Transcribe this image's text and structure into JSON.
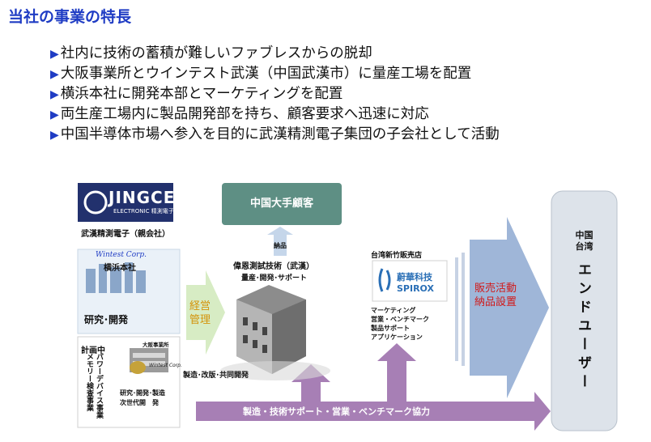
{
  "page_title": "当社の事業の特長",
  "bullets": [
    "社内に技術の蓄積が難しいファブレスからの脱却",
    "大阪事業所とウインテスト武漢（中国武漢市）に量産工場を配置",
    "横浜本社に開発本部とマーケティングを配置",
    "両生産工場内に製品開発部を持ち、顧客要求へ迅速に対応",
    "中国半導体市場へ参入を目的に武漢精測電子集団の子会社として活動"
  ],
  "diagram": {
    "parent_logo_text": "JINGCE",
    "parent_logo_sub": "ELECTRONIC 精測電子",
    "parent_label": "武漢精測電子（親会社）",
    "yokohama_logo": "Wintest Corp.",
    "yokohama_name": "横浜本社",
    "rnd_label": "研究･開発",
    "plan_label": "計画中",
    "power_device_label": "パワーデバイス事業",
    "memory_label": "メモリー検査事業",
    "osaka_label": "大阪事業所",
    "osaka_sign": "Wintest Corp.",
    "osaka_caption_1": "研究･開発･製造",
    "osaka_caption_2": "次世代開　発",
    "mgmt_label": "経営\n管理",
    "customer_label": "中国大手顧客",
    "delivery_label": "納品",
    "wuhan_label": "偉恩測試技術（武漢）",
    "wuhan_sub": "量産･開発･サポート",
    "wuhan_dev": "製造･改版･共同開発",
    "taiwan_label": "台湾新竹販売店",
    "spirox_cn": "蔚華科技",
    "spirox_en": "SPIROX",
    "taiwan_services": [
      "マーケティング",
      "営業・ベンチマーク",
      "製品サポート",
      "アプリケーション"
    ],
    "sales_label": "販売活動\n納品設置",
    "enduser_region_1": "中国",
    "enduser_region_2": "台湾",
    "enduser_label": "エンドユーザー",
    "bottom_arrow_label": "製造・技術サポート・営業・ベンチマーク協力"
  },
  "colors": {
    "title_blue": "#1f3cc4",
    "purple_arrow": "#a77fb5",
    "teal_box": "#5e8f84",
    "green_arrow": "#d7ecc4",
    "blue_arrow": "#9fb6d8",
    "enduser_bg": "#dde3ea",
    "jingce_bg": "#22316d"
  }
}
